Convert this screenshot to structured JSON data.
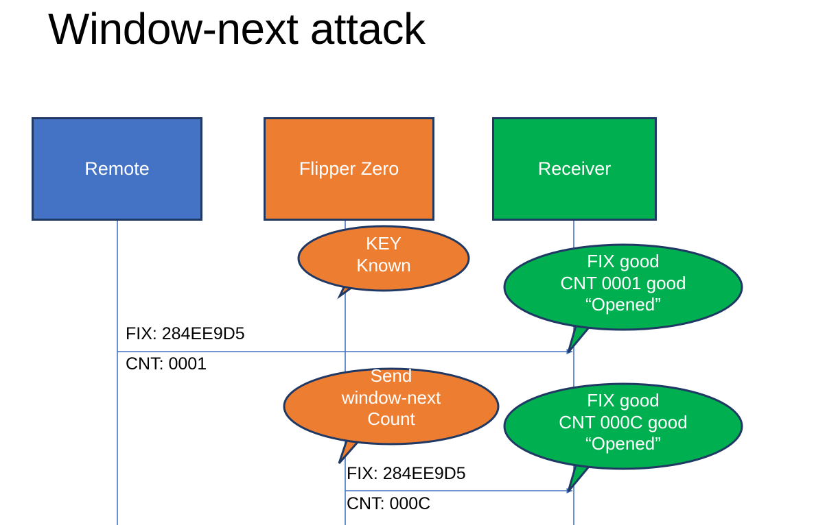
{
  "slide": {
    "title": "Window-next attack",
    "background": "#ffffff"
  },
  "colors": {
    "remote_fill": "#4472C4",
    "flipper_fill": "#ED7D31",
    "receiver_fill": "#00B050",
    "box_border": "#1F3864",
    "lifeline": "#4472C4",
    "arrow": "#4472C4",
    "label_text": "#000000",
    "box_text": "#ffffff"
  },
  "actors": [
    {
      "id": "remote",
      "label": "Remote",
      "fill": "#4472C4"
    },
    {
      "id": "flipper",
      "label": "Flipper Zero",
      "fill": "#ED7D31"
    },
    {
      "id": "receiver",
      "label": "Receiver",
      "fill": "#00B050"
    }
  ],
  "callouts": [
    {
      "id": "key-known",
      "owner": "flipper",
      "fill": "#ED7D31",
      "lines": [
        "KEY",
        "Known"
      ],
      "text": "KEY\nKnown"
    },
    {
      "id": "receiver-ack-1",
      "owner": "receiver",
      "fill": "#00B050",
      "lines": [
        "FIX good",
        "CNT 0001 good",
        "“Opened”"
      ],
      "text": "FIX good\nCNT 0001 good\n“Opened”"
    },
    {
      "id": "send-window-next",
      "owner": "flipper",
      "fill": "#ED7D31",
      "lines": [
        "Send",
        "window-next",
        "Count"
      ],
      "text": "Send\nwindow-next\nCount"
    },
    {
      "id": "receiver-ack-2",
      "owner": "receiver",
      "fill": "#00B050",
      "lines": [
        "FIX good",
        "CNT 000C good",
        "“Opened”"
      ],
      "text": "FIX good\nCNT 000C good\n“Opened”"
    }
  ],
  "messages": [
    {
      "id": "message-1",
      "from": "remote",
      "to": "receiver",
      "fix_label": "FIX: 284EE9D5",
      "cnt_label": "CNT: 0001"
    },
    {
      "id": "message-2",
      "from": "flipper",
      "to": "receiver",
      "fix_label": "FIX: 284EE9D5",
      "cnt_label": "CNT: 000C"
    }
  ]
}
